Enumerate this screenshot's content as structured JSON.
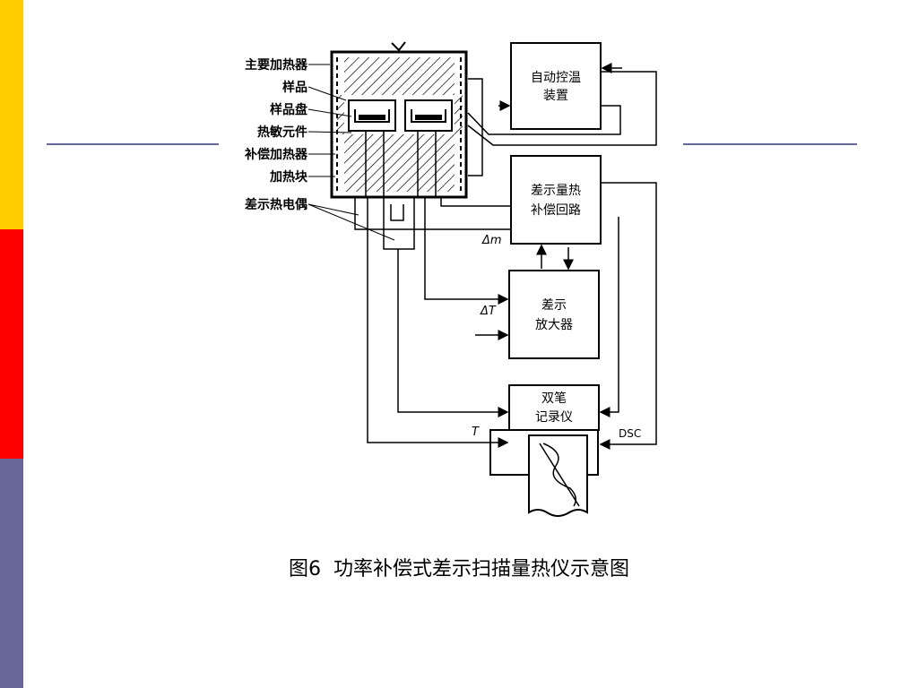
{
  "slide": {
    "accent_colors": {
      "yellow": "#ffcc00",
      "red": "#ff0000",
      "slate": "#666699"
    }
  },
  "diagram": {
    "left_labels": [
      "主要加热器",
      "样品",
      "样品盘",
      "热敏元件",
      "补偿加热器",
      "加热块",
      "差示热电偶"
    ],
    "boxes": {
      "temp_ctrl": [
        "自动控温",
        "装置"
      ],
      "comp_circuit": [
        "差示量热",
        "补偿回路"
      ],
      "amplifier": [
        "差示",
        "放大器"
      ],
      "recorder": [
        "双笔",
        "记录仪"
      ]
    },
    "signals": {
      "dm": "Δm",
      "dt": "ΔT",
      "t": "T",
      "dsc": "DSC"
    }
  },
  "caption": {
    "figure": "图6",
    "text": "功率补偿式差示扫描量热仪示意图"
  }
}
